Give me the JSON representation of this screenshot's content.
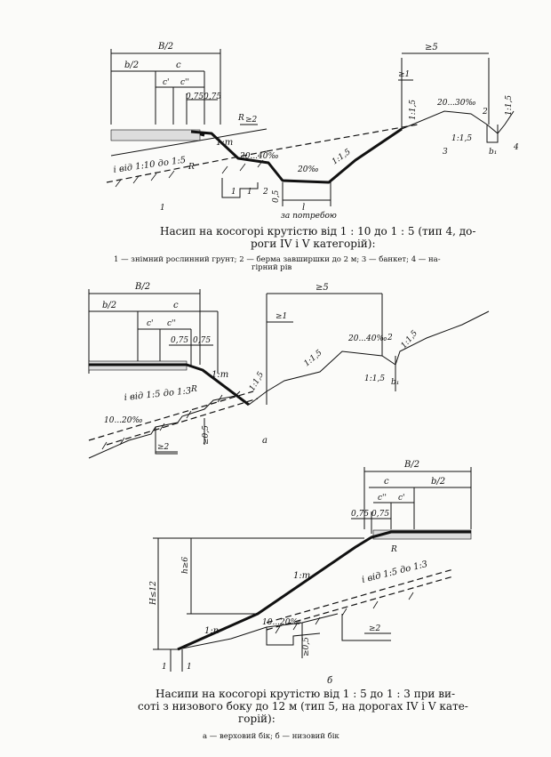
{
  "fig1": {
    "dims": {
      "B2": "B/2",
      "b2": "b/2",
      "c": "c",
      "c1": "c'",
      "c2": "c''",
      "d075a": "0,75",
      "d075b": "0,75",
      "ge5": "≥5",
      "ge1": "≥1",
      "ge2": "≥2"
    },
    "labels": {
      "R1": "R",
      "R2": "R",
      "slope_m": "1:m",
      "slope20_40": "20...40‰",
      "slope20": "20‰",
      "s1_15a": "1:1,5",
      "s1_15b": "1:1,5",
      "s1_15c": "1:1,5",
      "s1_15d": "1:1,5",
      "slope20_30": "20...30‰",
      "ground": "i від 1:10 до 1:5",
      "d1a": "1",
      "d1b": "1",
      "d2": "2",
      "d05": "0,5",
      "l": "l",
      "b1": "b₁",
      "h2": "2",
      "n1": "1",
      "n2": "2",
      "n3": "3",
      "n4": "4",
      "as_needed": "за потребою"
    },
    "caption_line1": "Насип на косогорі крутістю від 1 : 10 до 1 : 5 (тип 4, до-",
    "caption_line2": "роги IV і V категорій):",
    "legend_line1": "1 — знімний рослинний грунт; 2 — берма завширшки до 2 м; 3 — банкет; 4 — на-",
    "legend_line2": "гірний рів"
  },
  "fig2": {
    "dims": {
      "B2": "B/2",
      "b2": "b/2",
      "c": "c",
      "c1": "c'",
      "c2": "c''",
      "d075a": "0,75",
      "d075b": "0,75",
      "ge5": "≥5",
      "ge1": "≥1",
      "ge2": "≥2",
      "ge05": "≥0,5",
      "b1": "b₁",
      "h2": "2"
    },
    "labels": {
      "slope_m": "1:m",
      "R": "R",
      "s15a": "1:1,5",
      "s15b": "1:1,5",
      "s15c": "1:1,5",
      "s15d": "1:1,5",
      "slope20_40": "20...40‰",
      "ground": "i від 1:5 до 1:3",
      "slope10_20": "10...20‰",
      "letter": "a"
    }
  },
  "fig3": {
    "dims": {
      "B2": "B/2",
      "c": "c",
      "b2": "b/2",
      "c1": "c''",
      "c2": "c'",
      "d075a": "0,75",
      "d075b": "0,75",
      "H": "H≤12",
      "h": "h≥6",
      "ge2": "≥2",
      "ge05": "≥0,5"
    },
    "labels": {
      "slope_m": "1:m",
      "slope_n": "1:n",
      "R": "R",
      "slope10_20": "10...20‰",
      "ground": "i від 1:5 до 1:3",
      "d1a": "1",
      "d1b": "1",
      "letter": "б"
    },
    "caption_line1": "Насипи на косогорі крутістю від 1 : 5 до 1 : 3 при ви-",
    "caption_line2": "соті з низового боку до 12 м (тип 5, на дорогах IV і V кате-",
    "caption_line3": "горій):",
    "legend": "а — верховий бік;  б — низовий бік"
  }
}
